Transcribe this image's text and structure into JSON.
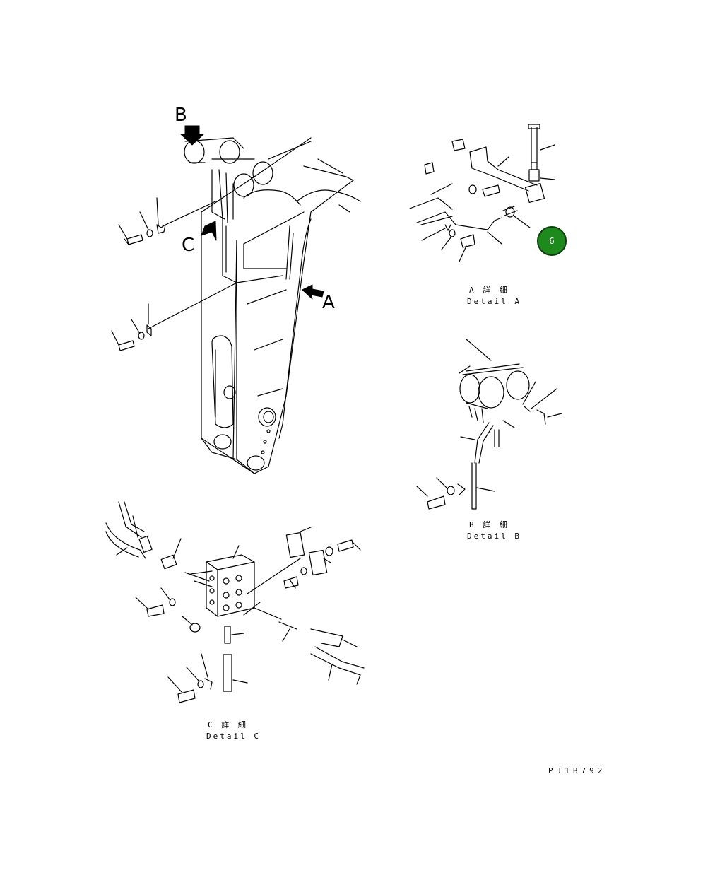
{
  "view_labels": {
    "a": "A",
    "b": "B",
    "c": "C"
  },
  "details": {
    "a": {
      "jp": "A 詳 細",
      "en": "Detail A"
    },
    "b": {
      "jp": "B 詳 細",
      "en": "Detail B"
    },
    "c": {
      "jp": "C 詳 細",
      "en": "Detail C"
    }
  },
  "callout": {
    "label": "6",
    "color": "#1e8a1e"
  },
  "drawing_code": "PJ1B792"
}
